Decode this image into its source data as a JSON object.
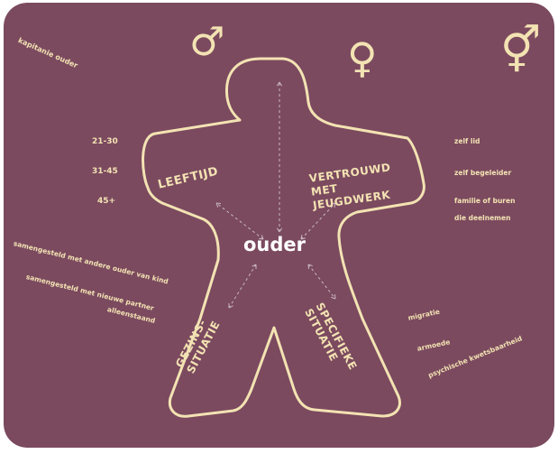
{
  "colors": {
    "background": "#7b4a5f",
    "foreground": "#f3e3b3",
    "center_text": "#ffffff",
    "arrow": "#c9b6c0"
  },
  "symbols": {
    "male": "♂",
    "female": "♀",
    "combined": "⚥"
  },
  "corner_title": "kapitanie ouder",
  "center_label": "ouder",
  "body_labels": {
    "leeftijd": "LEEFTIJD",
    "vertrouwd": "VERTROUWD MET JEUGDWERK",
    "gezin": "GEZINS-SITUATIE",
    "specifieke": "SPECIFIEKE SITUATIE"
  },
  "age_groups": [
    "21-30",
    "31-45",
    "45+"
  ],
  "familiarity_items": [
    "zelf lid",
    "zelf begeleider",
    "familie of buren",
    "die deelnemen"
  ],
  "family_items": [
    "samengesteld met andere ouder van kind",
    "samengesteld met nieuwe partner",
    "alleenstaand"
  ],
  "specific_items": [
    "migratie",
    "armoede",
    "psychische kwetsbaarheid"
  ]
}
